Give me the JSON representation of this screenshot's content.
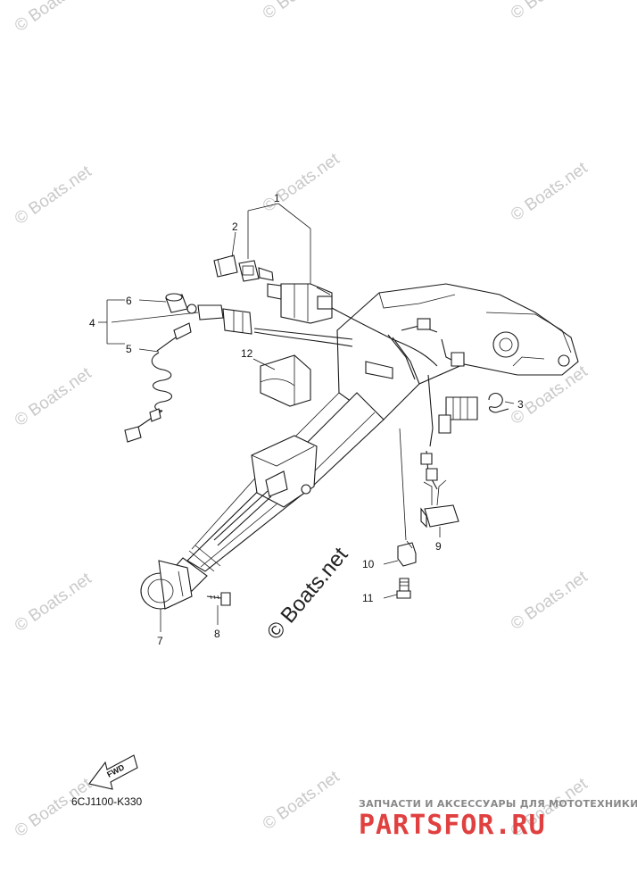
{
  "callouts": [
    "1",
    "2",
    "3",
    "4",
    "5",
    "6",
    "7",
    "8",
    "9",
    "10",
    "11",
    "12"
  ],
  "diagram_code": "6CJ1100-K330",
  "fwd_label": "FWD",
  "watermark": "© Boats.net",
  "footer": {
    "tagline": "ЗАПЧАСТИ И АКСЕССУАРЫ ДЛЯ МОТОТЕХНИКИ",
    "brand": "PARTSFOR.RU"
  }
}
